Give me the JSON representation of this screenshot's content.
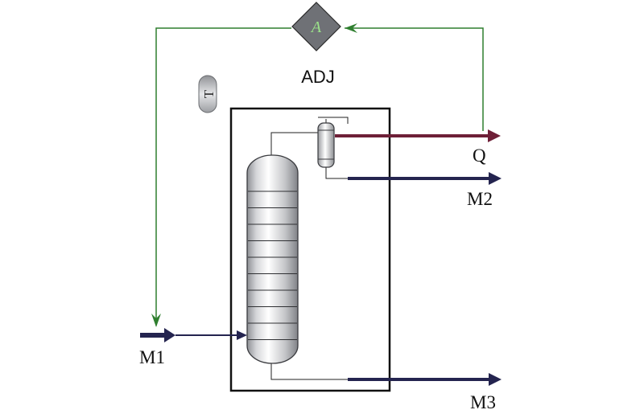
{
  "diagram": {
    "adjust_block": {
      "symbol": "A",
      "label": "ADJ"
    },
    "spreadsheet_icon": {
      "symbol": "T"
    },
    "streams": {
      "feed": "M1",
      "overhead_product": "M2",
      "bottoms_product": "M3",
      "condenser_duty": "Q"
    }
  },
  "colors": {
    "material_stream": "#24244f",
    "energy_stream": "#6e1f37",
    "logic_signal": "#2f7f2f",
    "adjust_fill": "#6f7176",
    "column_body": "#d9dadc",
    "outline": "#111111"
  }
}
